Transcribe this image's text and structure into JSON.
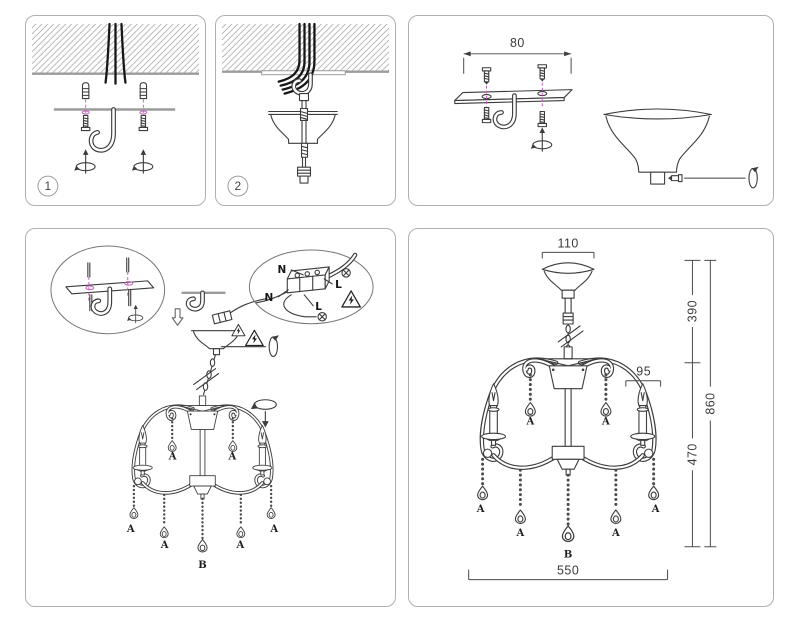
{
  "panels": {
    "step1": {
      "number": "1"
    },
    "step2": {
      "number": "2"
    },
    "bracket_detail": {
      "plate_width": "80"
    },
    "assembly": {
      "neutral_label": "N",
      "live_label": "L",
      "crystal_label": "A",
      "center_crystal_label": "B"
    },
    "dimensions": {
      "canopy_diameter": "110",
      "suspension_length": "390",
      "total_height": "860",
      "candle_width": "95",
      "body_height": "470",
      "body_width": "550",
      "crystal_label": "A",
      "center_crystal_label": "B"
    }
  },
  "icons": {
    "rotation": "rotate-arrow-icon",
    "warning": "electric-shock-warning-icon",
    "direction": "down-arrow-icon",
    "hardware": [
      "ceiling-hook",
      "wall-anchor",
      "screw",
      "terminal-block"
    ]
  },
  "colors": {
    "line": "#3c3c3c",
    "accent_magenta": "#c75fc0",
    "panel_border": "#b0b0b0",
    "wire_black": "#161616",
    "plate_gray": "#9b9b9b"
  }
}
